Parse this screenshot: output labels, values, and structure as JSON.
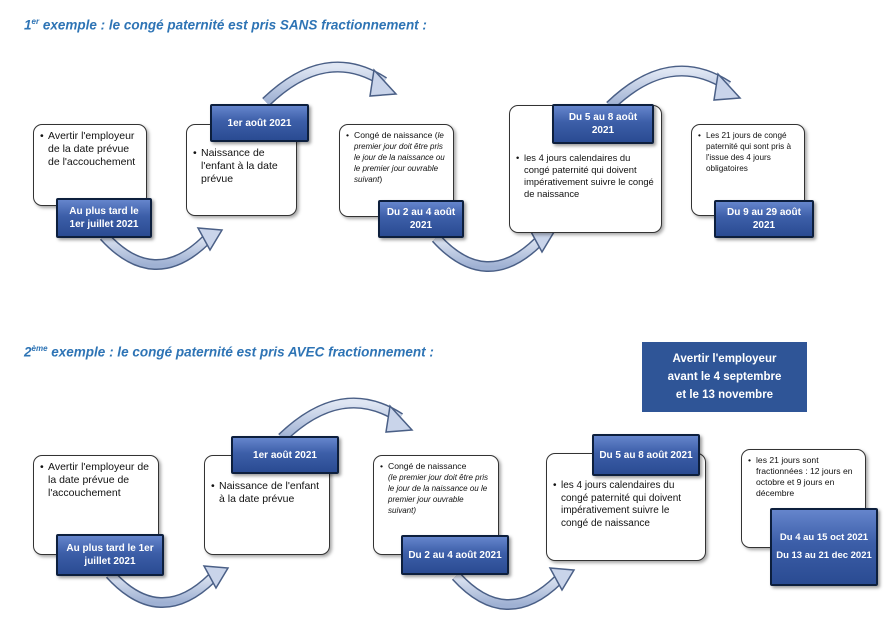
{
  "example1": {
    "title_pre": "1",
    "title_sup": "er",
    "title_post": " exemple : le congé paternité est pris SANS fractionnement :",
    "steps": [
      {
        "text": "Avertir l'employeur de la date prévue de l'accouchement",
        "tag": "Au plus tard le 1er juillet 2021"
      },
      {
        "text": "Naissance de l'enfant à la date prévue",
        "tag": "1er août 2021"
      },
      {
        "text": "Congé de naissance (",
        "note": "le premier jour doit être pris le jour de la naissance ou le premier jour ouvrable suivant",
        "text_end": ")",
        "tag": "Du 2 au 4 août 2021"
      },
      {
        "text": "les 4 jours calendaires du congé paternité qui doivent impérativement suivre le congé de naissance",
        "tag": "Du 5 au 8 août 2021"
      },
      {
        "text": "Les 21 jours de congé paternité qui sont pris à l'issue des 4 jours obligatoires",
        "tag": "Du 9 au 29 août 2021"
      }
    ]
  },
  "example2": {
    "title_pre": "2",
    "title_sup": "ème",
    "title_post": " exemple : le congé paternité est pris AVEC fractionnement :",
    "notice": [
      "Avertir l'employeur",
      "avant le 4 septembre",
      "et le 13 novembre"
    ],
    "steps": [
      {
        "text": "Avertir l'employeur de la date prévue de l'accouchement",
        "tag": "Au plus tard le 1er juillet 2021"
      },
      {
        "text": "Naissance de l'enfant à la date prévue",
        "tag": "1er août 2021"
      },
      {
        "text": "Congé de naissance",
        "note": "(le premier jour doit être pris le jour de la naissance ou le premier jour ouvrable suivant)",
        "tag": "Du 2 au 4 août 2021"
      },
      {
        "text": "les 4 jours calendaires du congé paternité qui doivent impérativement suivre le congé de naissance",
        "tag": "Du 5 au 8 août 2021"
      },
      {
        "text": "les 21 jours sont fractionnées : 12 jours en octobre et 9 jours en décembre",
        "tag_lines": [
          "Du 4 au 15 oct 2021",
          "Du 13 au 21 dec 2021"
        ]
      }
    ]
  }
}
